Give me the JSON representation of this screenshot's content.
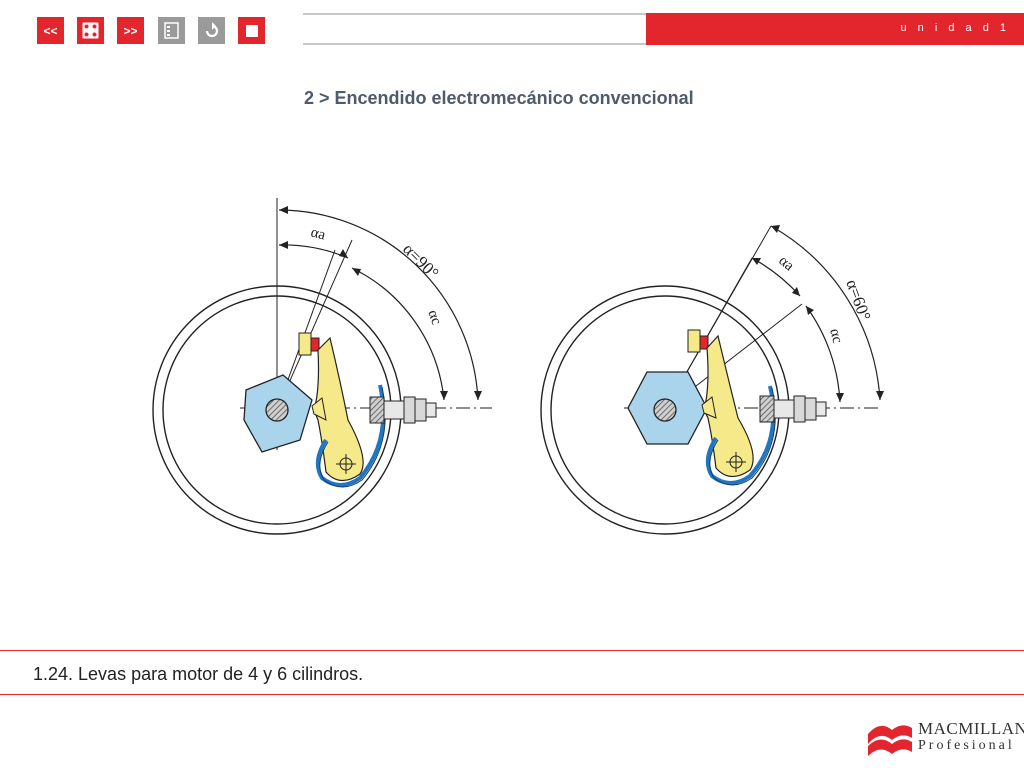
{
  "nav": {
    "prev_label": "<<",
    "next_label": ">>",
    "prev_icon": "double-left-arrow",
    "dice_icon": "dice-icon",
    "next_icon": "double-right-arrow",
    "menu_icon": "list-menu-icon",
    "back_icon": "undo-arrow-icon",
    "stop_icon": "stop-square-icon"
  },
  "header": {
    "unit_label": "u n i d a d  1"
  },
  "section": {
    "title": "2 > Encendido electromecánico convencional"
  },
  "figure": {
    "left": {
      "alpha": "α=90°",
      "alpha_a": "αa",
      "alpha_c": "αc"
    },
    "right": {
      "alpha": "α=60°",
      "alpha_a": "αa",
      "alpha_c": "αc"
    }
  },
  "caption": {
    "text": "1.24. Levas para motor de 4 y 6 cilindros."
  },
  "brand": {
    "name": "MACMILLAN",
    "sub": "Profesional"
  },
  "colors": {
    "accent": "#e3262e",
    "title": "#4e5b6b",
    "cam": "#a9d4ec",
    "lever": "#f6e98a",
    "spring": "#1f76c2"
  }
}
